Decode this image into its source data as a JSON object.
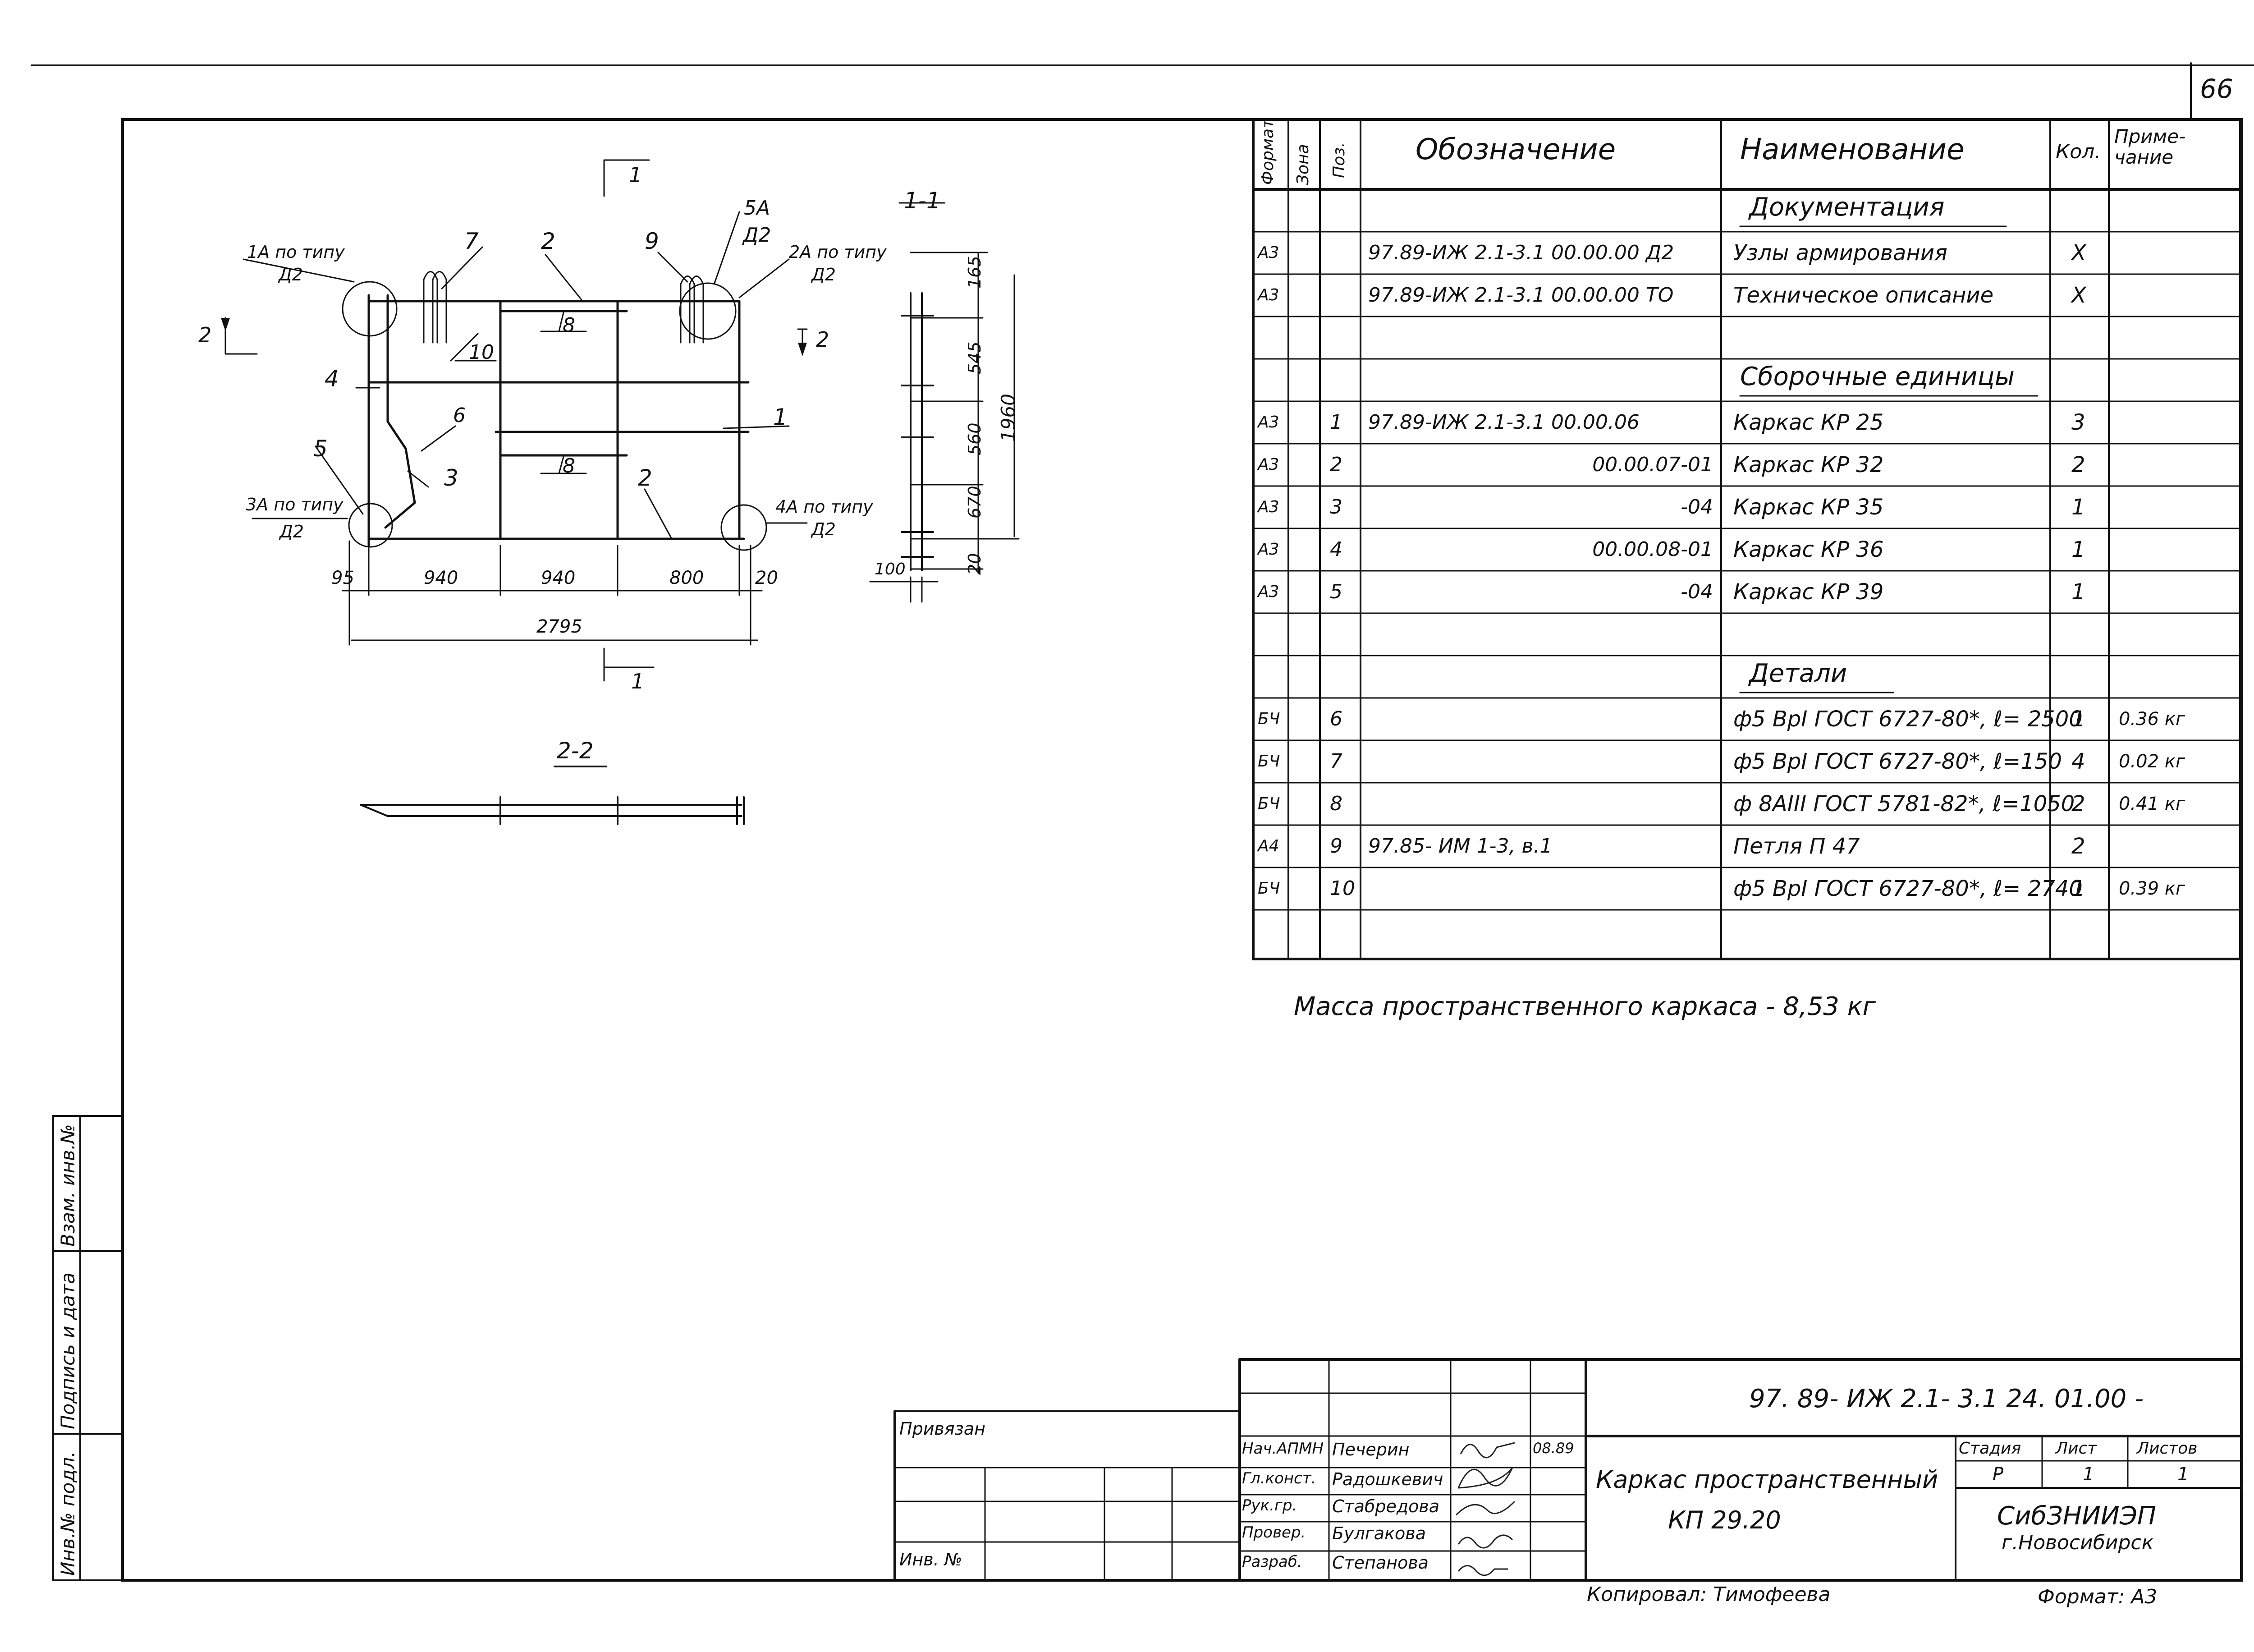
{
  "sheet_number": "66",
  "spec_table": {
    "headers": {
      "format": "Формат",
      "zone": "Зона",
      "pos": "Поз.",
      "designation": "Обозначение",
      "name": "Наименование",
      "qty": "Кол.",
      "note": "Приме-\nчание"
    },
    "sections": {
      "docs": "Документация",
      "assemblies": "Сборочные единицы",
      "details": "Детали"
    },
    "rows": [
      {
        "format": "А3",
        "pos": "",
        "designation": "97.89-ИЖ 2.1-3.1  00.00.00 Д2",
        "name": "Узлы армирования",
        "qty": "Х",
        "note": ""
      },
      {
        "format": "А3",
        "pos": "",
        "designation": "97.89-ИЖ 2.1-3.1  00.00.00 ТО",
        "name": "Техническое описание",
        "qty": "Х",
        "note": ""
      },
      {
        "format": "А3",
        "pos": "1",
        "designation": "97.89-ИЖ 2.1-3.1  00.00.06",
        "name": "Каркас  КР 25",
        "qty": "3",
        "note": ""
      },
      {
        "format": "А3",
        "pos": "2",
        "designation": "00.00.07-01",
        "name": "Каркас  КР 32",
        "qty": "2",
        "note": ""
      },
      {
        "format": "А3",
        "pos": "3",
        "designation": "-04",
        "name": "Каркас  КР 35",
        "qty": "1",
        "note": ""
      },
      {
        "format": "А3",
        "pos": "4",
        "designation": "00.00.08-01",
        "name": "Каркас  КР 36",
        "qty": "1",
        "note": ""
      },
      {
        "format": "А3",
        "pos": "5",
        "designation": "-04",
        "name": "Каркас  КР 39",
        "qty": "1",
        "note": ""
      },
      {
        "format": "БЧ",
        "pos": "6",
        "designation": "",
        "name": "ф5 ВрI ГОСТ 6727-80*, ℓ= 2500",
        "qty": "1",
        "note": "0.36 кг"
      },
      {
        "format": "БЧ",
        "pos": "7",
        "designation": "",
        "name": "ф5 ВрI ГОСТ 6727-80*, ℓ=150",
        "qty": "4",
        "note": "0.02 кг"
      },
      {
        "format": "БЧ",
        "pos": "8",
        "designation": "",
        "name": "ф 8АIII ГОСТ 5781-82*, ℓ=1050",
        "qty": "2",
        "note": "0.41 кг"
      },
      {
        "format": "А4",
        "pos": "9",
        "designation": "97.85- ИМ 1-3, в.1",
        "name": "Петля  П 47",
        "qty": "2",
        "note": ""
      },
      {
        "format": "БЧ",
        "pos": "10",
        "designation": "",
        "name": "ф5 ВрI ГОСТ 6727-80*, ℓ= 2740",
        "qty": "1",
        "note": "0.39 кг"
      }
    ]
  },
  "mass_note": "Масса  пространственного  каркаса -  8,53 кг",
  "drawing": {
    "section_1_1": "1-1",
    "section_2_2": "2-2",
    "cut_1": "1",
    "cut_2": "2",
    "callouts": {
      "c1a": "1А по типу",
      "c2a": "2А по типу",
      "c3a": "3А по типу",
      "c4a": "4А по типу",
      "c5a": "5А",
      "d2": "Д2",
      "p1": "1",
      "p2": "2",
      "p3": "3",
      "p4": "4",
      "p5": "5",
      "p6": "6",
      "p7": "7",
      "p8": "8",
      "p9": "9",
      "p10": "10"
    },
    "dims_plan": {
      "d95": "95",
      "d940a": "940",
      "d940b": "940",
      "d800": "800",
      "d20": "20",
      "total": "2795"
    },
    "dims_section": {
      "d165": "165",
      "d545": "545",
      "d560": "560",
      "d670": "670",
      "d20": "20",
      "d100": "100",
      "total": "1960"
    }
  },
  "title_block": {
    "code": "97. 89- ИЖ 2.1- 3.1   24. 01.00 -",
    "privyazan": "Привязан",
    "inv_no": "Инв. №",
    "title_line1": "Каркас  пространственный",
    "title_line2": "КП  29.20",
    "stage_label": "Стадия",
    "sheet_label": "Лист",
    "sheets_label": "Листов",
    "stage": "Р",
    "sheet": "1",
    "sheets": "1",
    "org_line1": "СибЗНИИЭП",
    "org_line2": "г.Новосибирск",
    "copied": "Копировал: Тимофеева",
    "format": "Формат:  А3",
    "people": [
      {
        "role": "Нач.АПМН",
        "name": "Печерин",
        "date": "08.89"
      },
      {
        "role": "Гл.конст.",
        "name": "Радошкевич",
        "date": ""
      },
      {
        "role": "Рук.гр.",
        "name": "Стабредова",
        "date": ""
      },
      {
        "role": "Провер.",
        "name": "Булгакова",
        "date": ""
      },
      {
        "role": "Разраб.",
        "name": "Степанова",
        "date": ""
      }
    ]
  },
  "side_stamp": {
    "inv_podl": "Инв.№ подл.",
    "podpis": "Подпись и дата",
    "vzam": "Взам. инв.№"
  }
}
